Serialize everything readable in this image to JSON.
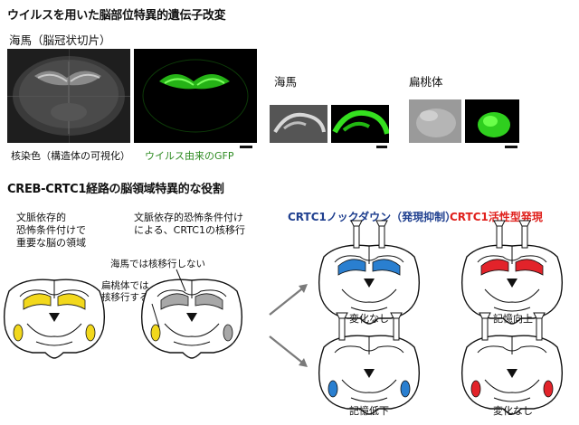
{
  "title": "ウイルスを用いた脳部位特異的遺伝子改変",
  "top": {
    "hippocampus_section_label": "海馬（脳冠状切片）",
    "caption_nuclear": "核染色（構造体の可視化）",
    "caption_virus": "ウイルス由来のGFP",
    "hippocampus_label": "海馬",
    "amygdala_label": "扁桃体"
  },
  "section2_title": "CREB-CRTC1経路の脳領域特異的な役割",
  "bottom": {
    "note_regions": [
      "文脈依存的",
      "恐怖条件付けで",
      "重要な脳の領域"
    ],
    "note_translocation": [
      "文脈依存的恐怖条件付け",
      "による、CRTC1の核移行"
    ],
    "callout_hippo": "海馬では核移行しない",
    "callout_amyg": [
      "扁桃体では",
      "核移行する"
    ],
    "knockdown_title": "CRTC1ノックダウン（発現抑制）",
    "active_title": "CRTC1活性型発現",
    "results": {
      "kd_hippo": "変化なし",
      "act_hippo": "記憶向上",
      "kd_amyg": "記憶低下",
      "act_amyg": "変化なし"
    }
  },
  "colors": {
    "yellow": "#f2d81c",
    "blue": "#2a7fd0",
    "red": "#e2232a",
    "gray": "#a8a8a8",
    "green": "#2faa22",
    "knockdown_title": "#1f3f8f",
    "active_title": "#e0201c"
  }
}
